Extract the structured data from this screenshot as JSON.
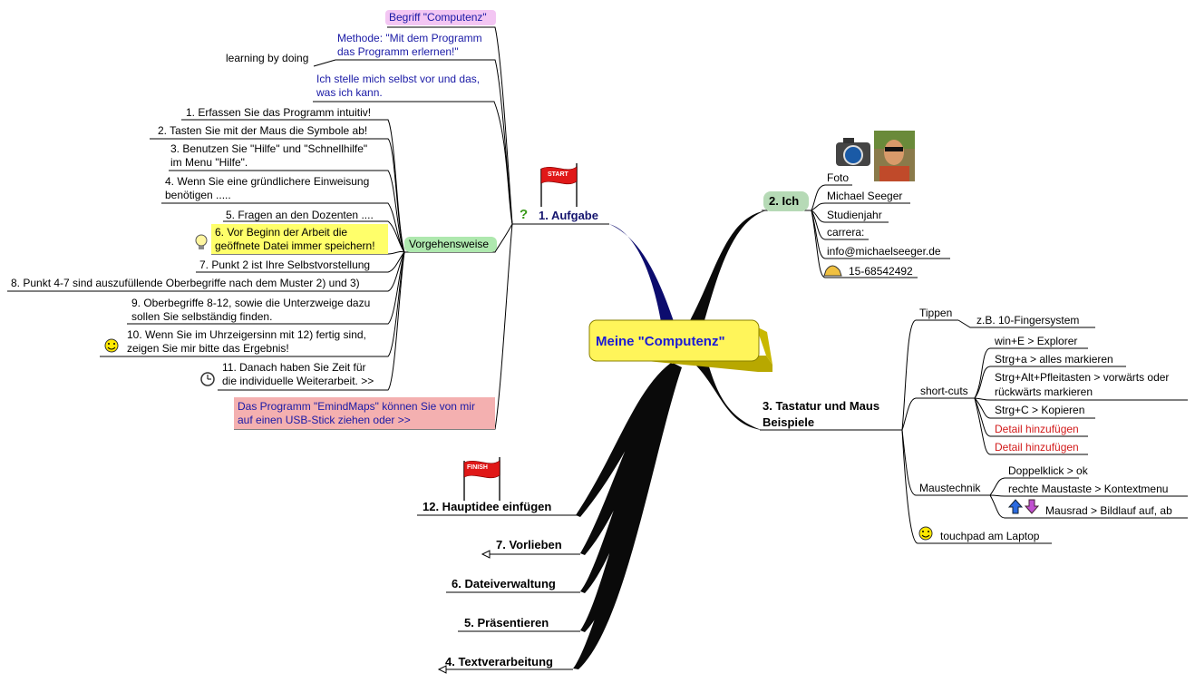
{
  "center": {
    "label": "Meine \"Computenz\""
  },
  "branch1": {
    "label": "1. Aufgabe",
    "start_flag": "START",
    "items": {
      "begriff": "Begriff \"Computenz\"",
      "methode_1": "Methode: \"Mit dem Programm",
      "methode_2": "das Programm erlernen!\"",
      "learning": "learning by doing",
      "stelle_1": "Ich stelle mich selbst vor und das,",
      "stelle_2": "was ich kann.",
      "vorgehensweise": "Vorgehensweise",
      "programm_1": "Das Programm \"EmindMaps\" können Sie von mir",
      "programm_2": "auf einen USB-Stick ziehen oder >>"
    },
    "steps": [
      "1. Erfassen Sie das Programm intuitiv!",
      "2. Tasten Sie mit der Maus die Symbole ab!",
      "3. Benutzen Sie \"Hilfe\" und \"Schnellhilfe\"",
      "im Menu \"Hilfe\".",
      "4. Wenn Sie eine gründlichere Einweisung",
      "benötigen .....",
      "5. Fragen an den Dozenten ....",
      "6. Vor Beginn der Arbeit die",
      "geöffnete Datei immer speichern!",
      "7. Punkt 2 ist Ihre Selbstvorstellung",
      "8. Punkt 4-7 sind auszufüllende Oberbegriffe nach dem Muster 2) und 3)",
      "9. Oberbegriffe 8-12, sowie die Unterzweige dazu",
      "sollen Sie selbständig finden.",
      "10. Wenn Sie im Uhrzeigersinn mit 12) fertig sind,",
      "zeigen Sie mir bitte das Ergebnis!",
      "11. Danach haben Sie Zeit für",
      "die individuelle Weiterarbeit. >>"
    ]
  },
  "branch2": {
    "label": "2. Ich",
    "items": [
      "Foto",
      "Michael Seeger",
      "Studienjahr",
      "carrera:",
      "info@michaelseeger.de",
      "15-68542492"
    ]
  },
  "branch3": {
    "label_1": "3. Tastatur und Maus",
    "label_2": "Beispiele",
    "tippen": "Tippen",
    "tippen_sub": "z.B.   10-Fingersystem",
    "shortcuts": "short-cuts",
    "shortcut_items": [
      "win+E > Explorer",
      "Strg+a > alles markieren",
      "Strg+Alt+Pfleitasten > vorwärts oder",
      "rückwärts markieren",
      "Strg+C > Kopieren",
      "Detail hinzufügen",
      "Detail hinzufügen"
    ],
    "maustechnik": "Maustechnik",
    "maus_items": [
      "Doppelklick > ok",
      "rechte Maustaste > Kontextmenu",
      "Mausrad > Bildlauf auf, ab"
    ],
    "touchpad": "touchpad am Laptop"
  },
  "left_branches": {
    "finish_flag": "FINISH",
    "b12": "12. Hauptidee einfügen",
    "b7": "7. Vorlieben",
    "b6": "6. Dateiverwaltung",
    "b5": "5. Präsentieren",
    "b4": "4. Textverarbeitung"
  },
  "colors": {
    "center_fill": "#fff55a",
    "branch_fill": "#0a0a0a",
    "branch1_fill": "#0c0c6e",
    "begriff_bg": "#f3c6f3",
    "vorgehens_bg": "#aee8ae",
    "ich_bg": "#b6dab6",
    "step6_bg": "#ffff6a",
    "programm_bg": "#f4b0b0",
    "blue_text": "#1a1aa6",
    "red_text": "#d21a1a"
  },
  "icons": [
    "question-icon",
    "start-flag-icon",
    "finish-flag-icon",
    "lightbulb-icon",
    "smiley-icon",
    "clock-icon",
    "camera-icon",
    "portrait-icon",
    "phone-icon",
    "arrow-up-icon",
    "arrow-down-icon"
  ]
}
